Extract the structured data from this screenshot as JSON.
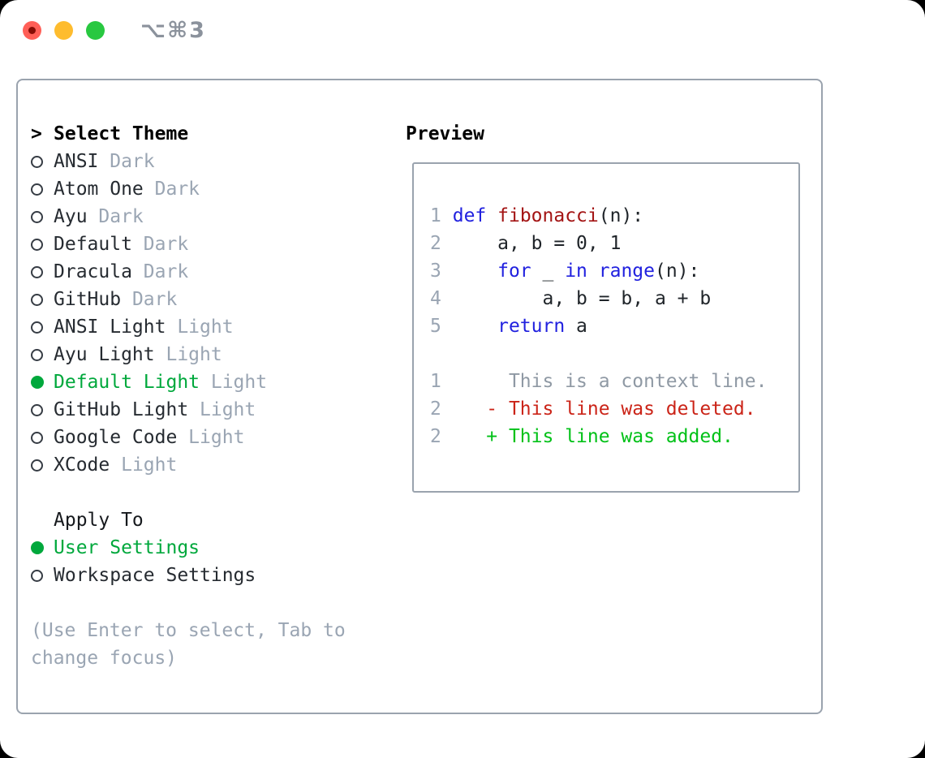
{
  "window": {
    "shortcut_label": "⌥⌘3"
  },
  "theme_panel": {
    "header_marker": ">",
    "header_label": "Select Theme",
    "items": [
      {
        "name": "ANSI",
        "variant": "Dark",
        "selected": false
      },
      {
        "name": "Atom One",
        "variant": "Dark",
        "selected": false
      },
      {
        "name": "Ayu",
        "variant": "Dark",
        "selected": false
      },
      {
        "name": "Default",
        "variant": "Dark",
        "selected": false
      },
      {
        "name": "Dracula",
        "variant": "Dark",
        "selected": false
      },
      {
        "name": "GitHub",
        "variant": "Dark",
        "selected": false
      },
      {
        "name": "ANSI Light",
        "variant": "Light",
        "selected": false
      },
      {
        "name": "Ayu Light",
        "variant": "Light",
        "selected": false
      },
      {
        "name": "Default Light",
        "variant": "Light",
        "selected": true
      },
      {
        "name": "GitHub Light",
        "variant": "Light",
        "selected": false
      },
      {
        "name": "Google Code",
        "variant": "Light",
        "selected": false
      },
      {
        "name": "XCode",
        "variant": "Light",
        "selected": false
      }
    ],
    "apply_to_label": "Apply To",
    "apply_options": [
      {
        "name": "User Settings",
        "selected": true
      },
      {
        "name": "Workspace Settings",
        "selected": false
      }
    ],
    "help_line1": "(Use Enter to select, Tab to",
    "help_line2": "change focus)"
  },
  "preview": {
    "title": "Preview",
    "code_lines": [
      {
        "num": "1",
        "tokens": [
          [
            "pl",
            " "
          ],
          [
            "kw",
            "def"
          ],
          [
            "pl",
            " "
          ],
          [
            "fn",
            "fibonacci"
          ],
          [
            "pl",
            "(n):"
          ]
        ]
      },
      {
        "num": "2",
        "tokens": [
          [
            "pl",
            "     a, b = 0, 1"
          ]
        ]
      },
      {
        "num": "3",
        "tokens": [
          [
            "pl",
            "     "
          ],
          [
            "kw",
            "for"
          ],
          [
            "pl",
            " _ "
          ],
          [
            "kw",
            "in"
          ],
          [
            "pl",
            " "
          ],
          [
            "kw",
            "range"
          ],
          [
            "pl",
            "(n):"
          ]
        ]
      },
      {
        "num": "4",
        "tokens": [
          [
            "pl",
            "         a, b = b, a + b"
          ]
        ]
      },
      {
        "num": "5",
        "tokens": [
          [
            "pl",
            "     "
          ],
          [
            "kw",
            "return"
          ],
          [
            "pl",
            " a"
          ]
        ]
      }
    ],
    "diff_lines": [
      {
        "num": "1",
        "kind": "ctx",
        "text": "      This is a context line."
      },
      {
        "num": "2",
        "kind": "del",
        "text": "    - This line was deleted."
      },
      {
        "num": "2",
        "kind": "add",
        "text": "    + This line was added."
      }
    ]
  },
  "colors": {
    "text_dark": "#262b31",
    "muted_gray": "#9aa5b3",
    "context_gray": "#8f99a4",
    "accent_green": "#00a83c",
    "added_green": "#00c117",
    "deleted_red": "#cb2418",
    "keyword_blue": "#2121df",
    "function_red": "#a31414",
    "border_gray": "#9aa3ae",
    "traffic_red": "#ff5f57",
    "traffic_yellow": "#febc2e",
    "traffic_green": "#28c840",
    "shortcut_gray": "#8b929c"
  }
}
